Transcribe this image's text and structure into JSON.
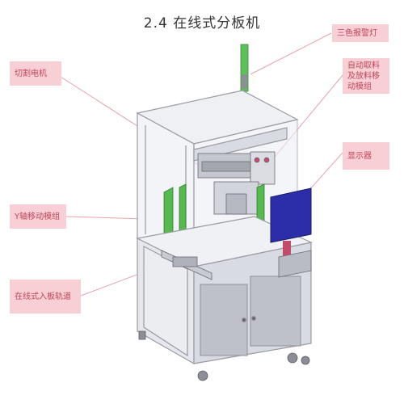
{
  "title": "2.4 在线式分板机",
  "callouts": {
    "tower_light": "三色报警灯",
    "cutting_motor": "切割电机",
    "auto_pick_module": "自动取料及放料移动模组",
    "display": "显示器",
    "y_axis_module": "Y轴移动模组",
    "inline_rail": "在线式入板轨道"
  },
  "colors": {
    "callout_bg": "#f7cfd4",
    "callout_text": "#c0455a",
    "leader_line": "#e7a3ae",
    "frame": "#b9b9c1",
    "green_part": "#57b94f",
    "monitor_screen": "#2c2da8",
    "accent_red": "#c24d6a"
  }
}
